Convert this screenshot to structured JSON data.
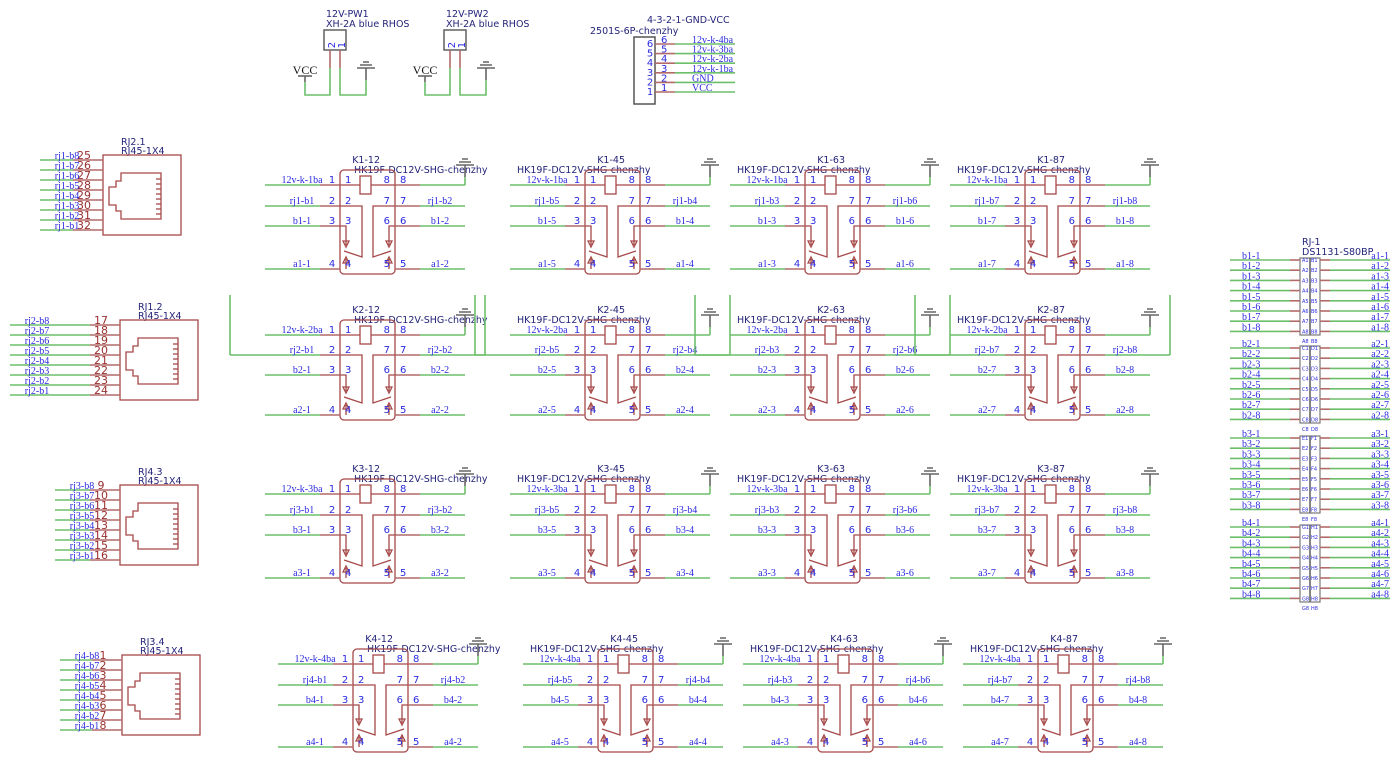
{
  "colors": {
    "wire": "#6cbf6a",
    "pin": "#b36a6a",
    "body": "#a64848",
    "net_label": "#2a2ae0",
    "component_label": "#24247a",
    "ground": "#666666"
  },
  "power_connectors": [
    {
      "ref": "12V-PW1",
      "part": "XH-2A blue RHOS",
      "pins": [
        "2",
        "1"
      ],
      "supply": "VCC"
    },
    {
      "ref": "12V-PW2",
      "part": "XH-2A blue RHOS",
      "pins": [
        "2",
        "1"
      ],
      "supply": "VCC"
    }
  ],
  "header": {
    "ref": "4-3-2-1-GND-VCC",
    "part": "2501S-6P-chenzhy",
    "pins": [
      "6",
      "5",
      "4",
      "3",
      "2",
      "1"
    ],
    "nets": [
      "12v-k-4ba",
      "12v-k-3ba",
      "12v-k-2ba",
      "12v-k-1ba",
      "GND",
      "VCC"
    ]
  },
  "relay_pins": {
    "left": [
      "1",
      "2",
      "3",
      "4"
    ],
    "right": [
      "8",
      "7",
      "6",
      "5"
    ]
  },
  "relays": [
    {
      "ref": "K1-12",
      "part": "HK19F-DC12V-SHG-chenzhy",
      "left": [
        "12v-k-1ba",
        "rj1-b1",
        "b1-1",
        "a1-1"
      ],
      "right": [
        "",
        "rj1-b2",
        "b1-2",
        "a1-2"
      ]
    },
    {
      "ref": "K1-45",
      "part": "HK19F-DC12V-SHG-chenzhy",
      "left": [
        "12v-k-1ba",
        "rj1-b5",
        "b1-5",
        "a1-5"
      ],
      "right": [
        "",
        "rj1-b4",
        "b1-4",
        "a1-4"
      ]
    },
    {
      "ref": "K1-63",
      "part": "HK19F-DC12V-SHG-chenzhy",
      "left": [
        "12v-k-1ba",
        "rj1-b3",
        "b1-3",
        "a1-3"
      ],
      "right": [
        "",
        "rj1-b6",
        "b1-6",
        "a1-6"
      ]
    },
    {
      "ref": "K1-87",
      "part": "HK19F-DC12V-SHG-chenzhy",
      "left": [
        "12v-k-1ba",
        "rj1-b7",
        "b1-7",
        "a1-7"
      ],
      "right": [
        "",
        "rj1-b8",
        "b1-8",
        "a1-8"
      ]
    },
    {
      "ref": "K2-12",
      "part": "HK19F-DC12V-SHG-chenzhy",
      "left": [
        "12v-k-2ba",
        "rj2-b1",
        "b2-1",
        "a2-1"
      ],
      "right": [
        "",
        "rj2-b2",
        "b2-2",
        "a2-2"
      ]
    },
    {
      "ref": "K2-45",
      "part": "HK19F-DC12V-SHG-chenzhy",
      "left": [
        "12v-k-2ba",
        "rj2-b5",
        "b2-5",
        "a2-5"
      ],
      "right": [
        "",
        "rj2-b4",
        "b2-4",
        "a2-4"
      ]
    },
    {
      "ref": "K2-63",
      "part": "HK19F-DC12V-SHG-chenzhy",
      "left": [
        "12v-k-2ba",
        "rj2-b3",
        "b2-3",
        "a2-3"
      ],
      "right": [
        "",
        "rj2-b6",
        "b2-6",
        "a2-6"
      ]
    },
    {
      "ref": "K2-87",
      "part": "HK19F-DC12V-SHG-chenzhy",
      "left": [
        "12v-k-2ba",
        "rj2-b7",
        "b2-7",
        "a2-7"
      ],
      "right": [
        "",
        "rj2-b8",
        "b2-8",
        "a2-8"
      ]
    },
    {
      "ref": "K3-12",
      "part": "HK19F-DC12V-SHG-chenzhy",
      "left": [
        "12v-k-3ba",
        "rj3-b1",
        "b3-1",
        "a3-1"
      ],
      "right": [
        "",
        "rj3-b2",
        "b3-2",
        "a3-2"
      ]
    },
    {
      "ref": "K3-45",
      "part": "HK19F-DC12V-SHG-chenzhy",
      "left": [
        "12v-k-3ba",
        "rj3-b5",
        "b3-5",
        "a3-5"
      ],
      "right": [
        "",
        "rj3-b4",
        "b3-4",
        "a3-4"
      ]
    },
    {
      "ref": "K3-63",
      "part": "HK19F-DC12V-SHG-chenzhy",
      "left": [
        "12v-k-3ba",
        "rj3-b3",
        "b3-3",
        "a3-3"
      ],
      "right": [
        "",
        "rj3-b6",
        "b3-6",
        "a3-6"
      ]
    },
    {
      "ref": "K3-87",
      "part": "HK19F-DC12V-SHG-chenzhy",
      "left": [
        "12v-k-3ba",
        "rj3-b7",
        "b3-7",
        "a3-7"
      ],
      "right": [
        "",
        "rj3-b8",
        "b3-8",
        "a3-8"
      ]
    },
    {
      "ref": "K4-12",
      "part": "HK19F-DC12V-SHG-chenzhy",
      "left": [
        "12v-k-4ba",
        "rj4-b1",
        "b4-1",
        "a4-1"
      ],
      "right": [
        "",
        "rj4-b2",
        "b4-2",
        "a4-2"
      ]
    },
    {
      "ref": "K4-45",
      "part": "HK19F-DC12V-SHG-chenzhy",
      "left": [
        "12v-k-4ba",
        "rj4-b5",
        "b4-5",
        "a4-5"
      ],
      "right": [
        "",
        "rj4-b4",
        "b4-4",
        "a4-4"
      ]
    },
    {
      "ref": "K4-63",
      "part": "HK19F-DC12V-SHG-chenzhy",
      "left": [
        "12v-k-4ba",
        "rj4-b3",
        "b4-3",
        "a4-3"
      ],
      "right": [
        "",
        "rj4-b6",
        "b4-6",
        "a4-6"
      ]
    },
    {
      "ref": "K4-87",
      "part": "HK19F-DC12V-SHG-chenzhy",
      "left": [
        "12v-k-4ba",
        "rj4-b7",
        "b4-7",
        "a4-7"
      ],
      "right": [
        "",
        "rj4-b8",
        "b4-8",
        "a4-8"
      ]
    }
  ],
  "rj45": [
    {
      "ref": "RJ2.1",
      "part": "RJ45-1X4",
      "nets": [
        "rj1-b8",
        "rj1-b7",
        "rj1-b6",
        "rj1-b5",
        "rj1-b4",
        "rj1-b3",
        "rj1-b2",
        "rj1-b1"
      ],
      "pins": [
        "25",
        "26",
        "27",
        "28",
        "29",
        "30",
        "31",
        "32"
      ]
    },
    {
      "ref": "RJ1.2",
      "part": "RJ45-1X4",
      "nets": [
        "rj2-b8",
        "rj2-b7",
        "rj2-b6",
        "rj2-b5",
        "rj2-b4",
        "rj2-b3",
        "rj2-b2",
        "rj2-b1"
      ],
      "pins": [
        "17",
        "18",
        "19",
        "20",
        "21",
        "22",
        "23",
        "24"
      ]
    },
    {
      "ref": "RJ4.3",
      "part": "RJ45-1X4",
      "nets": [
        "rj3-b8",
        "rj3-b7",
        "rj3-b6",
        "rj3-b5",
        "rj3-b4",
        "rj3-b3",
        "rj3-b2",
        "rj3-b1"
      ],
      "pins": [
        "9",
        "10",
        "11",
        "12",
        "13",
        "14",
        "15",
        "16"
      ]
    },
    {
      "ref": "RJ3.4",
      "part": "RJ45-1X4",
      "nets": [
        "rj4-b8",
        "rj4-b7",
        "rj4-b6",
        "rj4-b5",
        "rj4-b4",
        "rj4-b3",
        "rj4-b2",
        "rj4-b1"
      ],
      "pins": [
        "1",
        "2",
        "3",
        "4",
        "5",
        "6",
        "7",
        "8"
      ]
    }
  ],
  "ds_connector": {
    "ref": "RJ-1",
    "part": "DS1131-S80BP",
    "groups": [
      {
        "left": [
          "b1-1",
          "b1-2",
          "b1-3",
          "b1-4",
          "b1-5",
          "b1-6",
          "b1-7",
          "b1-8"
        ],
        "right": [
          "a1-1",
          "a1-2",
          "a1-3",
          "a1-4",
          "a1-5",
          "a1-6",
          "a1-7",
          "a1-8"
        ],
        "pin_left": "A",
        "pin_right": "B"
      },
      {
        "left": [
          "b2-1",
          "b2-2",
          "b2-3",
          "b2-4",
          "b2-5",
          "b2-6",
          "b2-7",
          "b2-8"
        ],
        "right": [
          "a2-1",
          "a2-2",
          "a2-3",
          "a2-4",
          "a2-5",
          "a2-6",
          "a2-7",
          "a2-8"
        ],
        "pin_left": "C",
        "pin_right": "D"
      },
      {
        "left": [
          "b3-1",
          "b3-2",
          "b3-3",
          "b3-4",
          "b3-5",
          "b3-6",
          "b3-7",
          "b3-8"
        ],
        "right": [
          "a3-1",
          "a3-2",
          "a3-3",
          "a3-4",
          "a3-5",
          "a3-6",
          "a3-7",
          "a3-8"
        ],
        "pin_left": "E",
        "pin_right": "F"
      },
      {
        "left": [
          "b4-1",
          "b4-2",
          "b4-3",
          "b4-4",
          "b4-5",
          "b4-6",
          "b4-7",
          "b4-8"
        ],
        "right": [
          "a4-1",
          "a4-2",
          "a4-3",
          "a4-4",
          "a4-5",
          "a4-6",
          "a4-7",
          "a4-8"
        ],
        "pin_left": "G",
        "pin_right": "H"
      }
    ]
  }
}
